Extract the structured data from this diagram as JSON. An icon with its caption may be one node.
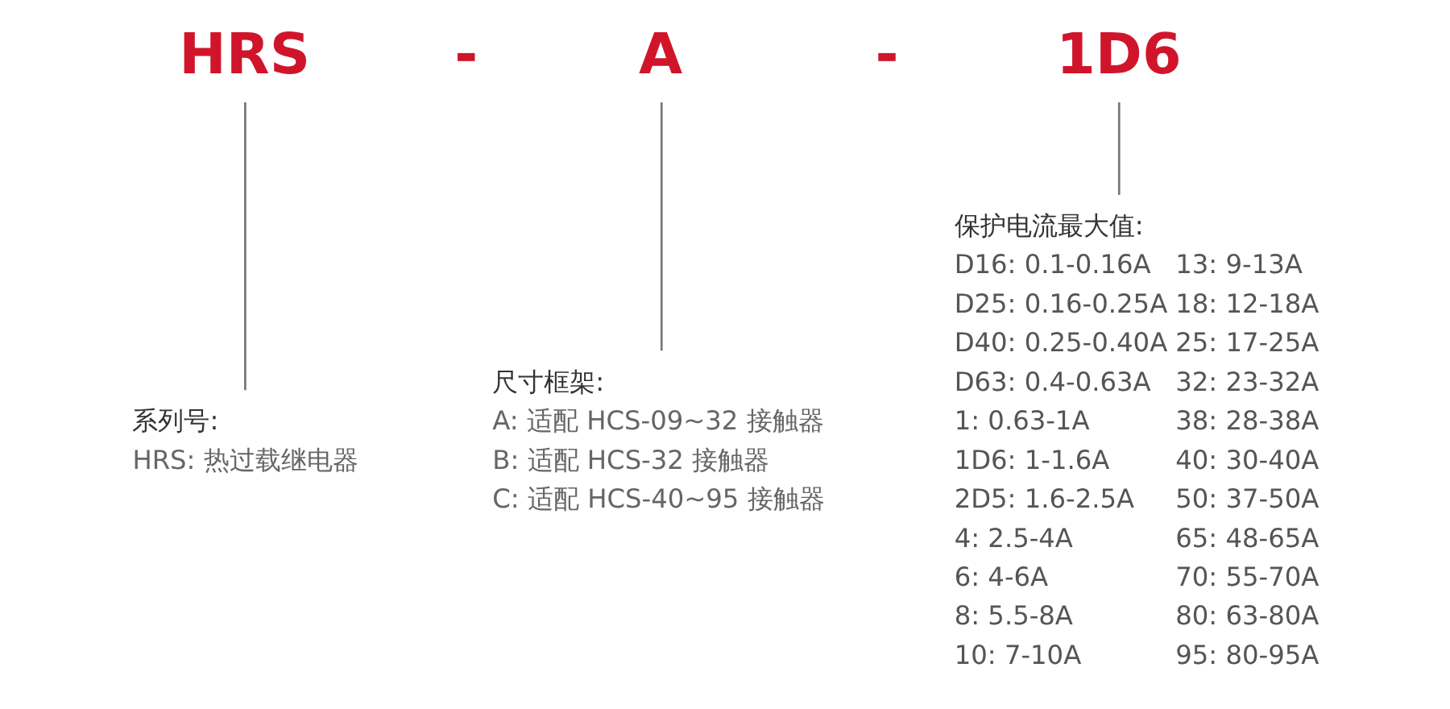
{
  "diagram": {
    "nodes": [
      {
        "text": [
          "HRS"
        ]
      },
      {
        "text": [
          "-"
        ]
      },
      {
        "text": [
          "A"
        ]
      },
      {
        "text": [
          "-"
        ]
      },
      {
        "text": [
          "1D6"
        ]
      },
      {
        "text": [
          "系列号:",
          "HRS: 热过载继电器"
        ]
      },
      {
        "text": [
          "尺寸框架:",
          "A: 适配 HCS-09~32 接触器",
          "B: 适配 HCS-32 接触器",
          "C: 适配 HCS-40~95 接触器"
        ]
      },
      {
        "text": [
          "保护电流最大值:",
          "D16: 0.1-0.16A",
          "D25: 0.16-0.25A",
          "D40: 0.25-0.40A",
          "D63: 0.4-0.63A",
          "1: 0.63-1A",
          "1D6: 1-1.6A",
          "2D5: 1.6-2.5A",
          "4: 2.5-4A",
          "6: 4-6A",
          "8: 5.5-8A",
          "10: 7-10A",
          "13: 9-13A",
          "18: 12-18A",
          "25: 17-25A",
          "32: 23-32A",
          "38: 28-38A",
          "40: 30-40A",
          "50: 37-50A",
          "65: 48-65A",
          "70: 55-70A",
          "80: 63-80A",
          "95: 80-95A"
        ]
      }
    ],
    "edges": [
      {
        "from": 0,
        "to": 5,
        "arrow": "none"
      },
      {
        "from": 2,
        "to": 6,
        "arrow": "none"
      },
      {
        "from": 4,
        "to": 7,
        "arrow": "none"
      }
    ]
  }
}
